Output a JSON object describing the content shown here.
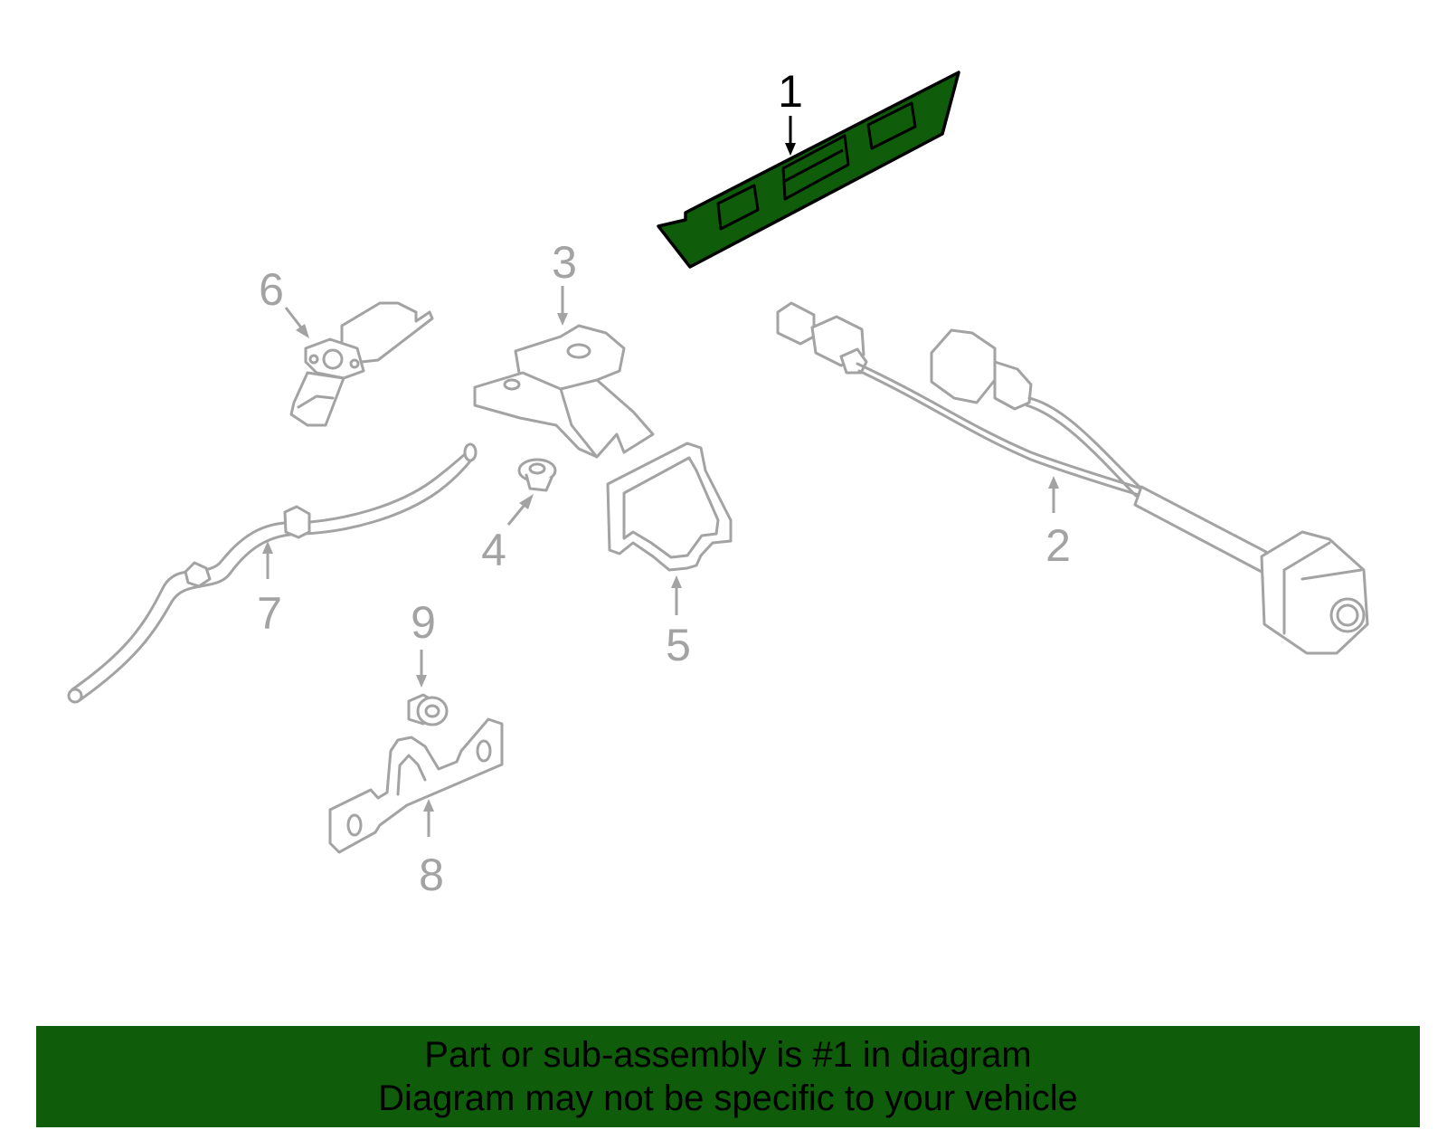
{
  "colors": {
    "highlight": "#0f5d0a",
    "line": "#a3a3a3",
    "text_active": "#000000"
  },
  "highlighted_part": "1",
  "callouts": [
    {
      "id": "c1",
      "label": "1"
    },
    {
      "id": "c2",
      "label": "2"
    },
    {
      "id": "c3",
      "label": "3"
    },
    {
      "id": "c4",
      "label": "4"
    },
    {
      "id": "c5",
      "label": "5"
    },
    {
      "id": "c6",
      "label": "6"
    },
    {
      "id": "c7",
      "label": "7"
    },
    {
      "id": "c8",
      "label": "8"
    },
    {
      "id": "c9",
      "label": "9"
    }
  ],
  "banner": {
    "line1": "Part or sub-assembly is #1 in diagram",
    "line2": "Diagram may not be specific to your vehicle"
  }
}
